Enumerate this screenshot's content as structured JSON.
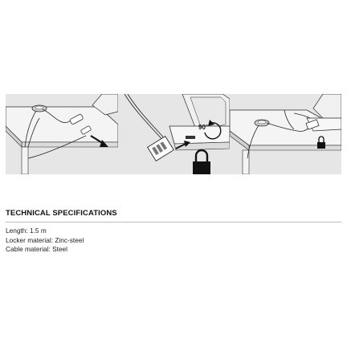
{
  "panels": [
    {
      "name": "step-1",
      "graphic": "cable-loop-around-desk-leg-illustration"
    },
    {
      "name": "step-2",
      "graphic": "insert-lock-into-laptop-slot-illustration",
      "rotation_label": "90°"
    },
    {
      "name": "step-3",
      "graphic": "locked-laptop-illustration"
    }
  ],
  "specs": {
    "heading": "TECHNICAL SPECIFICATIONS",
    "lines": [
      "Length: 1.5 m",
      "Locker material: Zinc-steel",
      "Cable material: Steel"
    ]
  },
  "colors": {
    "panel_bg": "#e6e6e6",
    "line_art": "#2a2a2a",
    "rule": "#bdbdbd"
  }
}
